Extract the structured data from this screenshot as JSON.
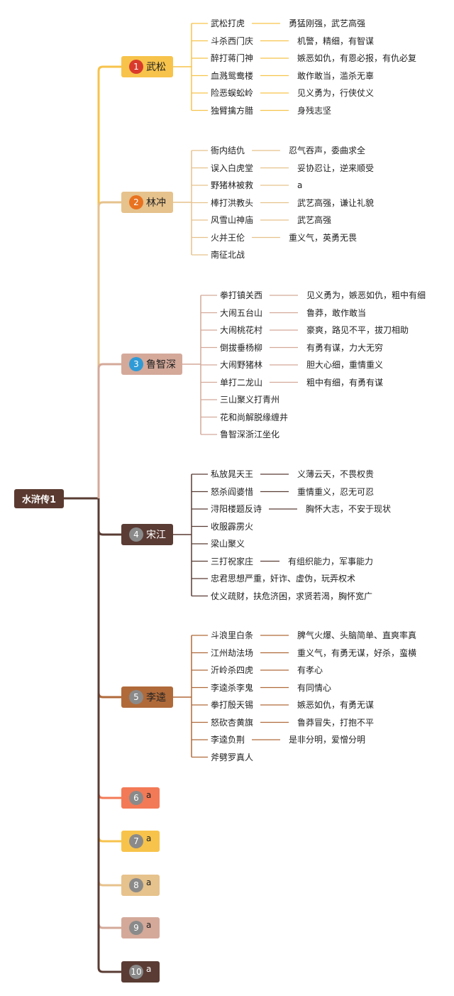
{
  "root": {
    "label": "水浒传1"
  },
  "branches": [
    {
      "num": "1",
      "name": "武松",
      "color": "#f7c34b",
      "badge_color": "#d93a2b",
      "items": [
        {
          "event": "武松打虎",
          "desc": "勇猛刚强，武艺高强"
        },
        {
          "event": "斗杀西门庆",
          "desc": "机警，精细，有智谋"
        },
        {
          "event": "醉打蒋门神",
          "desc": "嫉恶如仇，有恩必报，有仇必复"
        },
        {
          "event": "血溅鸳鸯楼",
          "desc": "敢作敢当，滥杀无辜"
        },
        {
          "event": "险恶蜈蚣岭",
          "desc": "见义勇为，行侠仗义"
        },
        {
          "event": "独臂擒方腊",
          "desc": "身残志坚"
        }
      ]
    },
    {
      "num": "2",
      "name": "林冲",
      "color": "#e6c28c",
      "badge_color": "#e8721f",
      "items": [
        {
          "event": "衙内结仇",
          "desc": "忍气吞声，委曲求全"
        },
        {
          "event": "误入白虎堂",
          "desc": "妥协忍让，逆来顺受"
        },
        {
          "event": "野猪林被救",
          "desc": "a"
        },
        {
          "event": "棒打洪教头",
          "desc": "武艺高强，谦让礼貌"
        },
        {
          "event": "风雪山神庙",
          "desc": "武艺高强"
        },
        {
          "event": "火并王伦",
          "desc": "重义气，英勇无畏"
        },
        {
          "event": "南征北战",
          "desc": ""
        }
      ]
    },
    {
      "num": "3",
      "name": "鲁智深",
      "color": "#d4a99a",
      "badge_color": "#2f9bd6",
      "items": [
        {
          "event": "拳打镇关西",
          "desc": "见义勇为，嫉恶如仇，粗中有细"
        },
        {
          "event": "大闹五台山",
          "desc": "鲁莽，敢作敢当"
        },
        {
          "event": "大闹桃花村",
          "desc": "豪爽，路见不平，拔刀相助"
        },
        {
          "event": "倒拔垂杨柳",
          "desc": "有勇有谋，力大无穷"
        },
        {
          "event": "大闹野猪林",
          "desc": "胆大心细，重情重义"
        },
        {
          "event": "单打二龙山",
          "desc": "粗中有细，有勇有谋"
        },
        {
          "event": "三山聚义打青州",
          "desc": ""
        },
        {
          "event": "花和尚解脱缘缠井",
          "desc": ""
        },
        {
          "event": "鲁智深浙江坐化",
          "desc": ""
        }
      ]
    },
    {
      "num": "4",
      "name": "宋江",
      "color": "#5a3c34",
      "badge_color": "#8a8a8a",
      "items": [
        {
          "event": "私放晁天王",
          "desc": "义薄云天，不畏权贵"
        },
        {
          "event": "怒杀阎婆惜",
          "desc": "重情重义，忍无可忍"
        },
        {
          "event": "浔阳楼题反诗",
          "desc": "胸怀大志，不安于现状"
        },
        {
          "event": "收服霹雳火",
          "desc": ""
        },
        {
          "event": "梁山聚义",
          "desc": ""
        },
        {
          "event": "三打祝家庄",
          "desc": "有组织能力，军事能力"
        },
        {
          "event": "忠君思想严重，奸诈、虚伪，玩弄权术",
          "desc": ""
        },
        {
          "event": "仗义疏财，扶危济困，求贤若渴，胸怀宽广",
          "desc": ""
        }
      ]
    },
    {
      "num": "5",
      "name": "李逵",
      "color": "#b06a3a",
      "badge_color": "#8a8a8a",
      "items": [
        {
          "event": "斗浪里白条",
          "desc": "脾气火爆、头脑简单、直爽率真"
        },
        {
          "event": "江州劫法场",
          "desc": "重义气，有勇无谋，好杀，蛮横"
        },
        {
          "event": "沂岭杀四虎",
          "desc": "有孝心"
        },
        {
          "event": "李逵杀李鬼",
          "desc": "有同情心"
        },
        {
          "event": "拳打殷天锡",
          "desc": "嫉恶如仇，有勇无谋"
        },
        {
          "event": "怒砍杏黄旗",
          "desc": "鲁莽冒失，打抱不平"
        },
        {
          "event": "李逵负荆",
          "desc": "是非分明，爱憎分明"
        },
        {
          "event": "斧劈罗真人",
          "desc": ""
        }
      ]
    },
    {
      "num": "6",
      "name": "a",
      "color": "#f37a56",
      "badge_color": "#8a8a8a",
      "items": []
    },
    {
      "num": "7",
      "name": "a",
      "color": "#f7c34b",
      "badge_color": "#8a8a8a",
      "items": []
    },
    {
      "num": "8",
      "name": "a",
      "color": "#e6c28c",
      "badge_color": "#8a8a8a",
      "items": []
    },
    {
      "num": "9",
      "name": "a",
      "color": "#d4a99a",
      "badge_color": "#8a8a8a",
      "items": []
    },
    {
      "num": "10",
      "name": "a",
      "color": "#5a3c34",
      "badge_color": "#8a8a8a",
      "items": []
    }
  ]
}
